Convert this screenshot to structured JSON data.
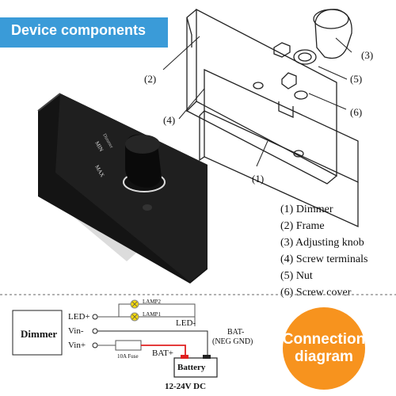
{
  "banner": {
    "title": "Device components"
  },
  "callouts": [
    "(1)",
    "(2)",
    "(3)",
    "(4)",
    "(5)",
    "(6)"
  ],
  "components": [
    "(1) Dimmer",
    "(2) Frame",
    "(3) Adjusting knob",
    "(4) Screw terminals",
    "(5) Nut",
    "(6)  Screw cover"
  ],
  "device_text": {
    "min": "MIN",
    "max": "MAX",
    "mid": "Dimmer"
  },
  "wiring": {
    "dimmer_label": "Dimmer",
    "pins": [
      "LED+",
      "Vin-",
      "Vin+"
    ],
    "lamps": [
      "LAMP2",
      "LAMP1"
    ],
    "led_minus": "LED-",
    "bat_minus": "BAT-",
    "neg_gnd": "(NEG GND)",
    "fuse": "10A Fuse",
    "bat_plus": "BAT+",
    "battery": "Battery",
    "voltage": "12-24V DC"
  },
  "connection": {
    "line1": "Connection",
    "line2": "diagram"
  },
  "colors": {
    "banner": "#3a9bd8",
    "accent": "#f7931e",
    "lamp": "#f5d90a",
    "bat_plus": "#e02020",
    "device": "#1a1a1a"
  }
}
